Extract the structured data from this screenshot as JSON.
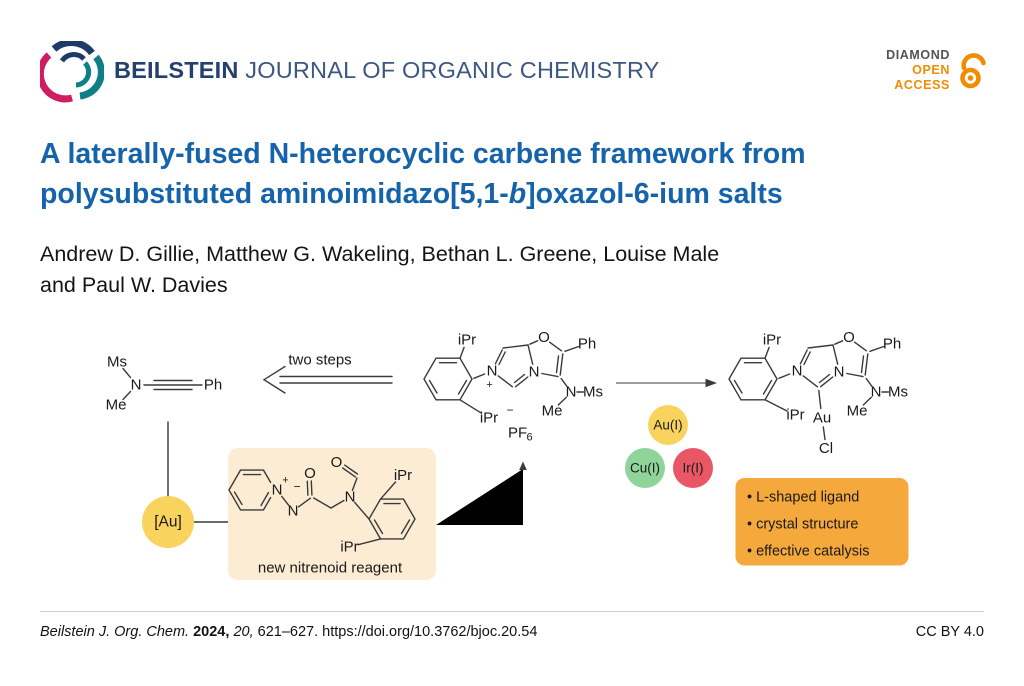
{
  "header": {
    "journal_name_bold": "BEILSTEIN",
    "journal_name_rest": "JOURNAL OF ORGANIC CHEMISTRY",
    "open_access": {
      "line1": "DIAMOND",
      "line2": "OPEN",
      "line3": "ACCESS"
    }
  },
  "title": {
    "line1": "A laterally-fused N-heterocyclic carbene framework from",
    "line2_pre": "polysubstituted aminoimidazo[5,1-",
    "line2_italic": "b",
    "line2_post": "]oxazol-6-ium salts"
  },
  "authors": {
    "line1": "Andrew D. Gillie, Matthew G. Wakeling, Bethan L. Greene, Louise Male",
    "line2": "and Paul W. Davies"
  },
  "scheme": {
    "retro_label": "two steps",
    "gold_catalyst": "[Au]",
    "nitrenoid_caption": "new nitrenoid reagent",
    "metal_badges": {
      "gold": "Au(I)",
      "copper": "Cu(I)",
      "iridium": "Ir(I)"
    },
    "highlights": [
      "• L-shaped ligand",
      "• crystal structure",
      "• effective catalysis"
    ],
    "atoms": {
      "Ms": "Ms",
      "Me": "Me",
      "N": "N",
      "O": "O",
      "Ph": "Ph",
      "iPr": "iPr",
      "Au": "Au",
      "Cl": "Cl",
      "plus": "+",
      "minus": "−",
      "PF": "PF",
      "sub6": "6"
    }
  },
  "footer": {
    "citation_journal": "Beilstein J. Org. Chem.",
    "citation_year": "2024,",
    "citation_volume": "20,",
    "citation_pages": "621–627.",
    "citation_doi": "https://doi.org/10.3762/bjoc.20.54",
    "license": "CC BY 4.0"
  },
  "colors": {
    "title_blue": "#1463ab",
    "navy": "#24406e",
    "teal": "#0f7e87",
    "crimson": "#d01d5f",
    "oa_orange": "#f18c00",
    "oa_gray": "#545457",
    "badge_yellow": "#f8d45f",
    "badge_green": "#8fd49a",
    "badge_red": "#e95666",
    "nitrenoid_box": "#fcecd3",
    "highlight_box": "#f5a93c"
  }
}
